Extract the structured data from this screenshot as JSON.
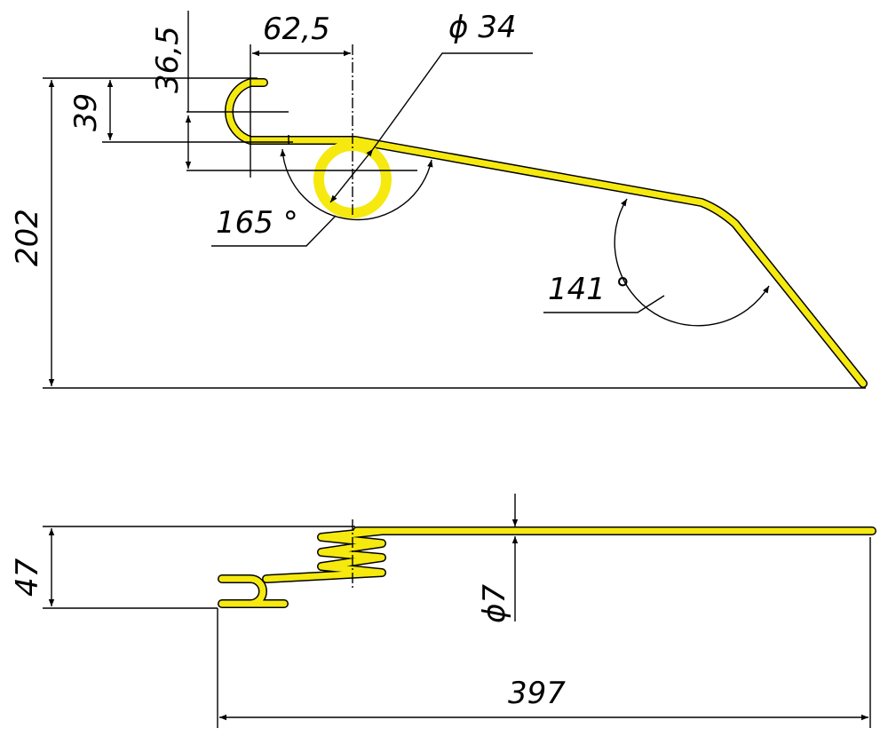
{
  "colors": {
    "part": "#f5e90f",
    "outline": "#000000"
  },
  "side_view": {
    "dim_total_height": "202",
    "dim_hook_height": "39",
    "dim_hook_offset": "36,5",
    "dim_hook_length": "62,5",
    "dim_coil_diameter": "ϕ 34",
    "angle_coil": "165 °",
    "angle_tip": "141 °"
  },
  "top_view": {
    "dim_width": "47",
    "dim_wire_diameter": "ϕ7",
    "dim_total_length": "397"
  }
}
